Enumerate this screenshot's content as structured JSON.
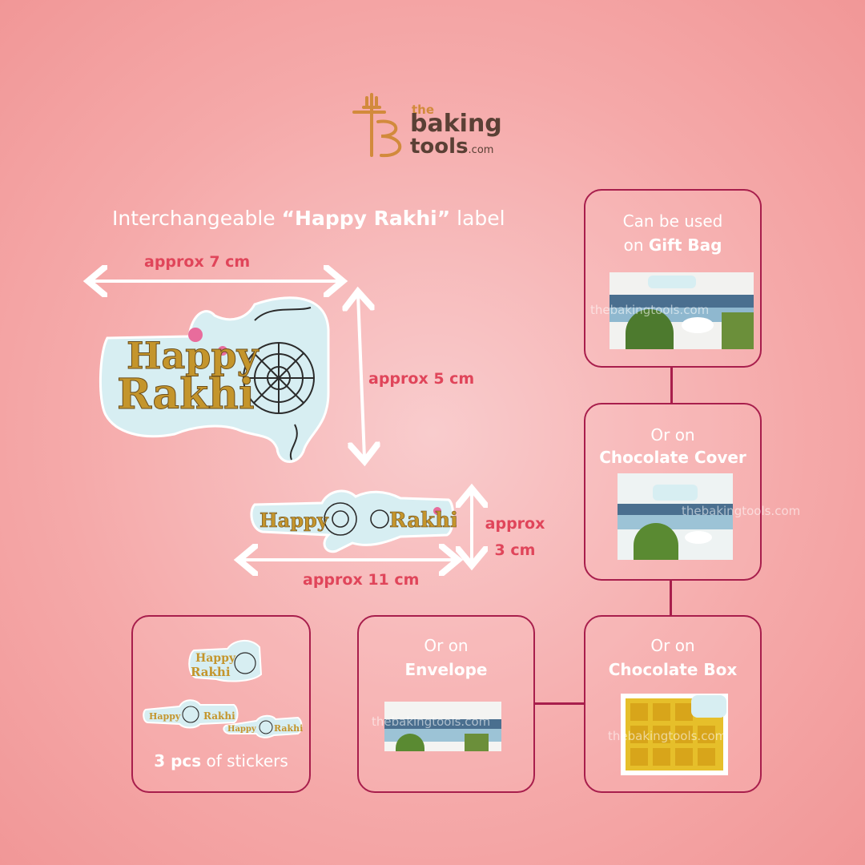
{
  "logo": {
    "the": "the",
    "baking": "baking",
    "tools": "tools",
    "com": ".com"
  },
  "headline": {
    "prefix": "Interchangeable ",
    "emphasis": "“Happy Rakhi”",
    "suffix": " label"
  },
  "dimensions": {
    "width_large": "approx 7 cm",
    "height_large": "approx 5 cm",
    "width_small": "approx 11 cm",
    "height_small_line1": "approx",
    "height_small_line2": "3 cm"
  },
  "sticker_text": {
    "happy": "Happy",
    "rakhi": "Rakhi"
  },
  "watermark": "thebakingtools.com",
  "cards": {
    "gift_bag": {
      "line1": "Can be used",
      "line2_prefix": "on ",
      "line2_bold": "Gift Bag"
    },
    "chocolate_cover": {
      "line1": "Or on",
      "line2_bold": "Chocolate Cover"
    },
    "chocolate_box": {
      "line1": "Or on",
      "line2_bold": "Chocolate Box"
    },
    "envelope": {
      "line1": "Or on",
      "line2_bold": "Envelope"
    },
    "stickers": {
      "count_bold": "3 pcs",
      "suffix": " of stickers"
    }
  },
  "colors": {
    "accent": "#a81e4c",
    "dimension_text": "#e0455a",
    "background": "#f5a9a9",
    "gold": "#c4952c",
    "sticker_base": "#d7eef2"
  }
}
